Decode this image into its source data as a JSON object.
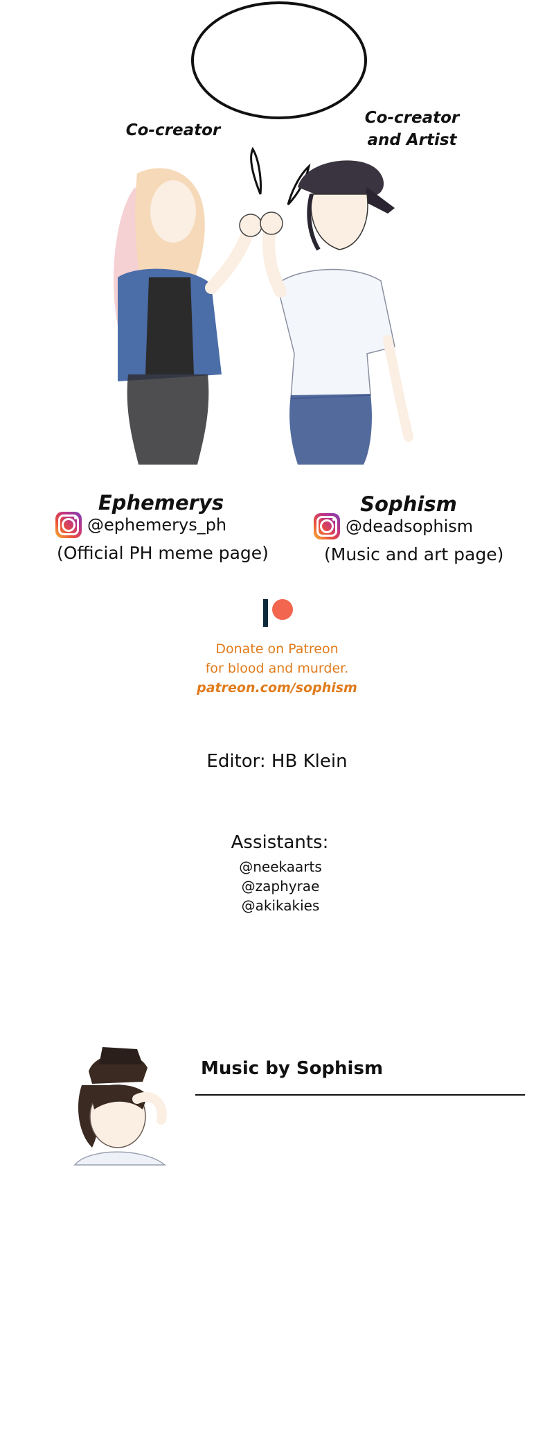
{
  "credits": {
    "role_left": "Co-creator",
    "role_right_line1": "Co-creator",
    "role_right_line2": "and Artist",
    "creator1": {
      "name": "Ephemerys",
      "handle": "@ephemerys_ph",
      "description": "(Official PH meme page)",
      "icon": "instagram-icon"
    },
    "creator2": {
      "name": "Sophism",
      "handle": "@deadsophism",
      "description": "(Music and art page)",
      "icon": "instagram-icon"
    }
  },
  "patreon": {
    "icon": "patreon-icon",
    "line1": "Donate on Patreon",
    "line2": "for blood and murder.",
    "url": "patreon.com/sophism",
    "color": "#e07b1c"
  },
  "editor": "Editor: HB Klein",
  "assistants": {
    "title": "Assistants:",
    "icon": "instagram-icon",
    "handles": [
      "@neekaarts",
      "@zaphyrae",
      "@akikakies"
    ]
  },
  "music": {
    "title": "Music by Sophism"
  }
}
